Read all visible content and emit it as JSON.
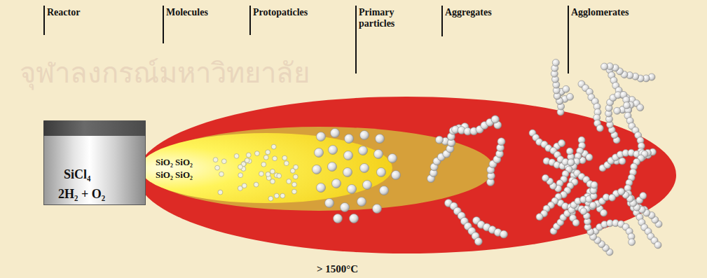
{
  "diagram": {
    "nodes": [
      {
        "text": [
          "SiCl₄",
          "2H₂ + O₂"
        ]
      }
    ],
    "labels": [
      "Reactor",
      "Molecules",
      "Protopaticles",
      "Primary particles",
      "Aggregates",
      "Agglomerates",
      "SiO₂ SiO₂ SiO₂ SiO₂",
      "> 1500°C",
      "จุฬาลงกรณ์มหาวิทยาลัย"
    ]
  }
}
